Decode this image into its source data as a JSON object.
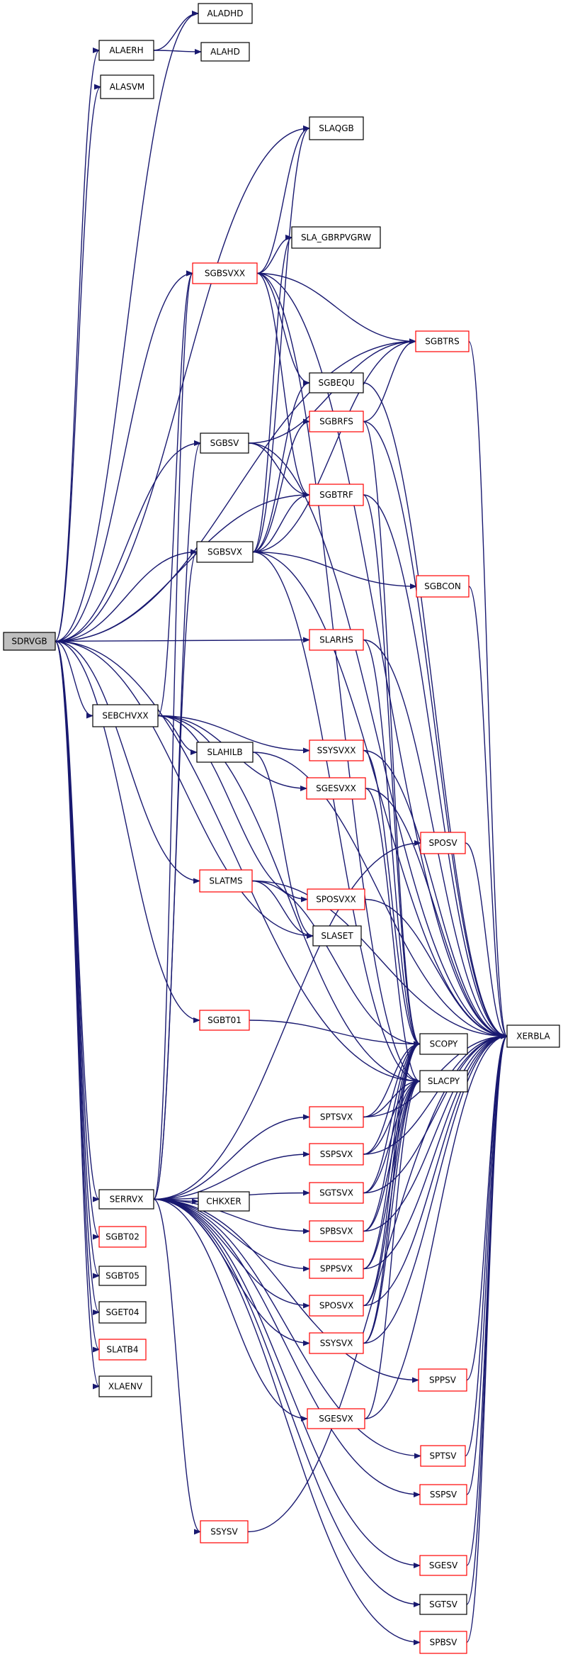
{
  "colors": {
    "edge": "#191970",
    "node_border_black": "#000000",
    "node_border_red": "#ff0000",
    "root_fill": "#bfbfbf",
    "node_fill": "#ffffff",
    "text": "#000000"
  },
  "nodes": [
    {
      "id": "SDRVGB",
      "label": "SDRVGB",
      "style": "root"
    },
    {
      "id": "ALADHD",
      "label": "ALADHD",
      "style": "black"
    },
    {
      "id": "ALAERH",
      "label": "ALAERH",
      "style": "black"
    },
    {
      "id": "ALAHD",
      "label": "ALAHD",
      "style": "black"
    },
    {
      "id": "ALASVM",
      "label": "ALASVM",
      "style": "black"
    },
    {
      "id": "SLAQGB",
      "label": "SLAQGB",
      "style": "black"
    },
    {
      "id": "SLA_GBRPVGRW",
      "label": "SLA_GBRPVGRW",
      "style": "black"
    },
    {
      "id": "SGBSVXX",
      "label": "SGBSVXX",
      "style": "red"
    },
    {
      "id": "SGBTRS",
      "label": "SGBTRS",
      "style": "red"
    },
    {
      "id": "SGBEQU",
      "label": "SGBEQU",
      "style": "black"
    },
    {
      "id": "SGBRFS",
      "label": "SGBRFS",
      "style": "red"
    },
    {
      "id": "SGBSV",
      "label": "SGBSV",
      "style": "black"
    },
    {
      "id": "SGBTRF",
      "label": "SGBTRF",
      "style": "red"
    },
    {
      "id": "SGBSVX",
      "label": "SGBSVX",
      "style": "black"
    },
    {
      "id": "SGBCON",
      "label": "SGBCON",
      "style": "red"
    },
    {
      "id": "SLARHS",
      "label": "SLARHS",
      "style": "red"
    },
    {
      "id": "SEBCHVXX",
      "label": "SEBCHVXX",
      "style": "black"
    },
    {
      "id": "SSYSVXX",
      "label": "SSYSVXX",
      "style": "red"
    },
    {
      "id": "SLAHILB",
      "label": "SLAHILB",
      "style": "black"
    },
    {
      "id": "SGESVXX",
      "label": "SGESVXX",
      "style": "red"
    },
    {
      "id": "SPOSV",
      "label": "SPOSV",
      "style": "red"
    },
    {
      "id": "SLATMS",
      "label": "SLATMS",
      "style": "red"
    },
    {
      "id": "SPOSVXX",
      "label": "SPOSVXX",
      "style": "red"
    },
    {
      "id": "SLASET",
      "label": "SLASET",
      "style": "black"
    },
    {
      "id": "XERBLA",
      "label": "XERBLA",
      "style": "black"
    },
    {
      "id": "SGBT01",
      "label": "SGBT01",
      "style": "red"
    },
    {
      "id": "SCOPY",
      "label": "SCOPY",
      "style": "black"
    },
    {
      "id": "SLACPY",
      "label": "SLACPY",
      "style": "black"
    },
    {
      "id": "SPTSVX",
      "label": "SPTSVX",
      "style": "red"
    },
    {
      "id": "SSPSVX",
      "label": "SSPSVX",
      "style": "red"
    },
    {
      "id": "SERRVX",
      "label": "SERRVX",
      "style": "black"
    },
    {
      "id": "CHKXER",
      "label": "CHKXER",
      "style": "black"
    },
    {
      "id": "SGTSVX",
      "label": "SGTSVX",
      "style": "red"
    },
    {
      "id": "SGBT02",
      "label": "SGBT02",
      "style": "red"
    },
    {
      "id": "SPBSVX",
      "label": "SPBSVX",
      "style": "red"
    },
    {
      "id": "SGBT05",
      "label": "SGBT05",
      "style": "black"
    },
    {
      "id": "SPPSVX",
      "label": "SPPSVX",
      "style": "red"
    },
    {
      "id": "SGET04",
      "label": "SGET04",
      "style": "black"
    },
    {
      "id": "SPOSVX",
      "label": "SPOSVX",
      "style": "red"
    },
    {
      "id": "SLATB4",
      "label": "SLATB4",
      "style": "red"
    },
    {
      "id": "SSYSVX",
      "label": "SSYSVX",
      "style": "red"
    },
    {
      "id": "XLAENV",
      "label": "XLAENV",
      "style": "black"
    },
    {
      "id": "SPPSV",
      "label": "SPPSV",
      "style": "red"
    },
    {
      "id": "SGESVX",
      "label": "SGESVX",
      "style": "red"
    },
    {
      "id": "SPTSV",
      "label": "SPTSV",
      "style": "red"
    },
    {
      "id": "SSPSV",
      "label": "SSPSV",
      "style": "red"
    },
    {
      "id": "SSYSV",
      "label": "SSYSV",
      "style": "red"
    },
    {
      "id": "SGESV",
      "label": "SGESV",
      "style": "red"
    },
    {
      "id": "SGTSV",
      "label": "SGTSV",
      "style": "black"
    },
    {
      "id": "SPBSV",
      "label": "SPBSV",
      "style": "red"
    }
  ],
  "edges": [
    [
      "SDRVGB",
      "ALADHD"
    ],
    [
      "SDRVGB",
      "ALAERH"
    ],
    [
      "SDRVGB",
      "ALASVM"
    ],
    [
      "SDRVGB",
      "SLAQGB"
    ],
    [
      "SDRVGB",
      "SGBSVXX"
    ],
    [
      "SDRVGB",
      "SGBTRS"
    ],
    [
      "SDRVGB",
      "SGBSV"
    ],
    [
      "SDRVGB",
      "SGBTRF"
    ],
    [
      "SDRVGB",
      "SGBSVX"
    ],
    [
      "SDRVGB",
      "SLARHS"
    ],
    [
      "SDRVGB",
      "SEBCHVXX"
    ],
    [
      "SDRVGB",
      "SLATMS"
    ],
    [
      "SDRVGB",
      "SLASET"
    ],
    [
      "SDRVGB",
      "SGBT01"
    ],
    [
      "SDRVGB",
      "SLACPY"
    ],
    [
      "SDRVGB",
      "SERRVX"
    ],
    [
      "SDRVGB",
      "SGBT02"
    ],
    [
      "SDRVGB",
      "SGBT05"
    ],
    [
      "SDRVGB",
      "SGET04"
    ],
    [
      "SDRVGB",
      "SLATB4"
    ],
    [
      "SDRVGB",
      "XLAENV"
    ],
    [
      "ALAERH",
      "ALADHD"
    ],
    [
      "ALAERH",
      "ALAHD"
    ],
    [
      "SGBSVXX",
      "SLAQGB"
    ],
    [
      "SGBSVXX",
      "SLA_GBRPVGRW"
    ],
    [
      "SGBSVXX",
      "SGBTRS"
    ],
    [
      "SGBSVXX",
      "SGBEQU"
    ],
    [
      "SGBSVXX",
      "SGBTRF"
    ],
    [
      "SGBSVXX",
      "SLACPY"
    ],
    [
      "SGBSVXX",
      "XERBLA"
    ],
    [
      "SGBTRS",
      "XERBLA"
    ],
    [
      "SGBEQU",
      "XERBLA"
    ],
    [
      "SGBRFS",
      "SGBTRS"
    ],
    [
      "SGBRFS",
      "SCOPY"
    ],
    [
      "SGBRFS",
      "XERBLA"
    ],
    [
      "SGBSV",
      "SGBTRS"
    ],
    [
      "SGBSV",
      "SGBTRF"
    ],
    [
      "SGBSV",
      "XERBLA"
    ],
    [
      "SGBTRF",
      "XERBLA"
    ],
    [
      "SGBTRF",
      "SCOPY"
    ],
    [
      "SGBSVX",
      "SLAQGB"
    ],
    [
      "SGBSVX",
      "SLA_GBRPVGRW"
    ],
    [
      "SGBSVX",
      "SGBTRS"
    ],
    [
      "SGBSVX",
      "SGBEQU"
    ],
    [
      "SGBSVX",
      "SGBRFS"
    ],
    [
      "SGBSVX",
      "SGBTRF"
    ],
    [
      "SGBSVX",
      "SGBCON"
    ],
    [
      "SGBSVX",
      "SLACPY"
    ],
    [
      "SGBSVX",
      "XERBLA"
    ],
    [
      "SGBCON",
      "XERBLA"
    ],
    [
      "SLARHS",
      "XERBLA"
    ],
    [
      "SLARHS",
      "SCOPY"
    ],
    [
      "SEBCHVXX",
      "SGBSVXX"
    ],
    [
      "SEBCHVXX",
      "SSYSVXX"
    ],
    [
      "SEBCHVXX",
      "SLAHILB"
    ],
    [
      "SEBCHVXX",
      "SGESVXX"
    ],
    [
      "SEBCHVXX",
      "SPOSVXX"
    ],
    [
      "SEBCHVXX",
      "SLACPY"
    ],
    [
      "SSYSVXX",
      "XERBLA"
    ],
    [
      "SSYSVXX",
      "SCOPY"
    ],
    [
      "SLAHILB",
      "XERBLA"
    ],
    [
      "SLAHILB",
      "SLASET"
    ],
    [
      "SGESVXX",
      "XERBLA"
    ],
    [
      "SGESVXX",
      "SLACPY"
    ],
    [
      "SPOSV",
      "XERBLA"
    ],
    [
      "SLATMS",
      "XERBLA"
    ],
    [
      "SLATMS",
      "SLASET"
    ],
    [
      "SLATMS",
      "SCOPY"
    ],
    [
      "SPOSVXX",
      "XERBLA"
    ],
    [
      "SGBT01",
      "SCOPY"
    ],
    [
      "SPTSVX",
      "SCOPY"
    ],
    [
      "SPTSVX",
      "SLACPY"
    ],
    [
      "SPTSVX",
      "XERBLA"
    ],
    [
      "SSPSVX",
      "SCOPY"
    ],
    [
      "SSPSVX",
      "SLACPY"
    ],
    [
      "SSPSVX",
      "XERBLA"
    ],
    [
      "SGTSVX",
      "SCOPY"
    ],
    [
      "SGTSVX",
      "SLACPY"
    ],
    [
      "SGTSVX",
      "XERBLA"
    ],
    [
      "SPBSVX",
      "SCOPY"
    ],
    [
      "SPBSVX",
      "SLACPY"
    ],
    [
      "SPBSVX",
      "XERBLA"
    ],
    [
      "SPPSVX",
      "SCOPY"
    ],
    [
      "SPPSVX",
      "SLACPY"
    ],
    [
      "SPPSVX",
      "XERBLA"
    ],
    [
      "SPOSVX",
      "SCOPY"
    ],
    [
      "SPOSVX",
      "SLACPY"
    ],
    [
      "SPOSVX",
      "XERBLA"
    ],
    [
      "SSYSVX",
      "SCOPY"
    ],
    [
      "SSYSVX",
      "SLACPY"
    ],
    [
      "SSYSVX",
      "XERBLA"
    ],
    [
      "SGESVX",
      "SLACPY"
    ],
    [
      "SGESVX",
      "XERBLA"
    ],
    [
      "SPPSV",
      "XERBLA"
    ],
    [
      "SPTSV",
      "XERBLA"
    ],
    [
      "SSPSV",
      "XERBLA"
    ],
    [
      "SSYSV",
      "XERBLA"
    ],
    [
      "SGESV",
      "XERBLA"
    ],
    [
      "SGTSV",
      "XERBLA"
    ],
    [
      "SPBSV",
      "XERBLA"
    ],
    [
      "SERRVX",
      "SGBSVXX"
    ],
    [
      "SERRVX",
      "SGBSV"
    ],
    [
      "SERRVX",
      "SGBSVX"
    ],
    [
      "SERRVX",
      "SPOSV"
    ],
    [
      "SERRVX",
      "SPTSVX"
    ],
    [
      "SERRVX",
      "SSPSVX"
    ],
    [
      "SERRVX",
      "CHKXER"
    ],
    [
      "SERRVX",
      "SGTSVX"
    ],
    [
      "SERRVX",
      "SPBSVX"
    ],
    [
      "SERRVX",
      "SPPSVX"
    ],
    [
      "SERRVX",
      "SPOSVX"
    ],
    [
      "SERRVX",
      "SSYSVX"
    ],
    [
      "SERRVX",
      "SPPSV"
    ],
    [
      "SERRVX",
      "SGESVX"
    ],
    [
      "SERRVX",
      "SPTSV"
    ],
    [
      "SERRVX",
      "SSPSV"
    ],
    [
      "SERRVX",
      "SSYSV"
    ],
    [
      "SERRVX",
      "SGESV"
    ],
    [
      "SERRVX",
      "SGTSV"
    ],
    [
      "SERRVX",
      "SPBSV"
    ]
  ]
}
